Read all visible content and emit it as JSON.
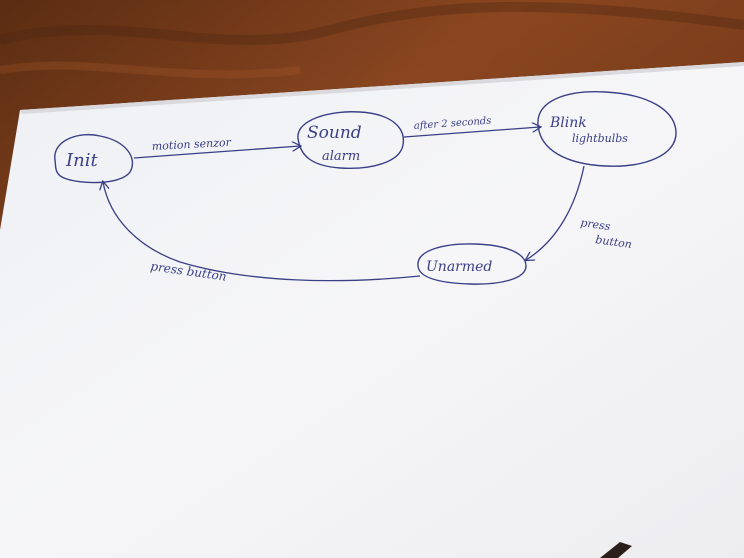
{
  "colors": {
    "fabric_dark": "#4a2410",
    "fabric_mid": "#7a3d1c",
    "fabric_light": "#9a5228",
    "paper": "#f3f3f6",
    "ink": "#3a3f86"
  },
  "diagram": {
    "states": [
      {
        "id": "init",
        "label": "Init",
        "label_line2": ""
      },
      {
        "id": "sound-alarm",
        "label": "Sound",
        "label_line2": "alarm"
      },
      {
        "id": "blink",
        "label": "Blink",
        "label_line2": "lightbulbs"
      },
      {
        "id": "unarmed",
        "label": "Unarmed",
        "label_line2": ""
      }
    ],
    "transitions": [
      {
        "from": "init",
        "to": "sound-alarm",
        "label": "motion senzor",
        "label_line2": ""
      },
      {
        "from": "sound-alarm",
        "to": "blink",
        "label": "after 2 seconds",
        "label_line2": ""
      },
      {
        "from": "blink",
        "to": "unarmed",
        "label": "press",
        "label_line2": "button"
      },
      {
        "from": "unarmed",
        "to": "init",
        "label": "press button",
        "label_line2": ""
      }
    ]
  }
}
